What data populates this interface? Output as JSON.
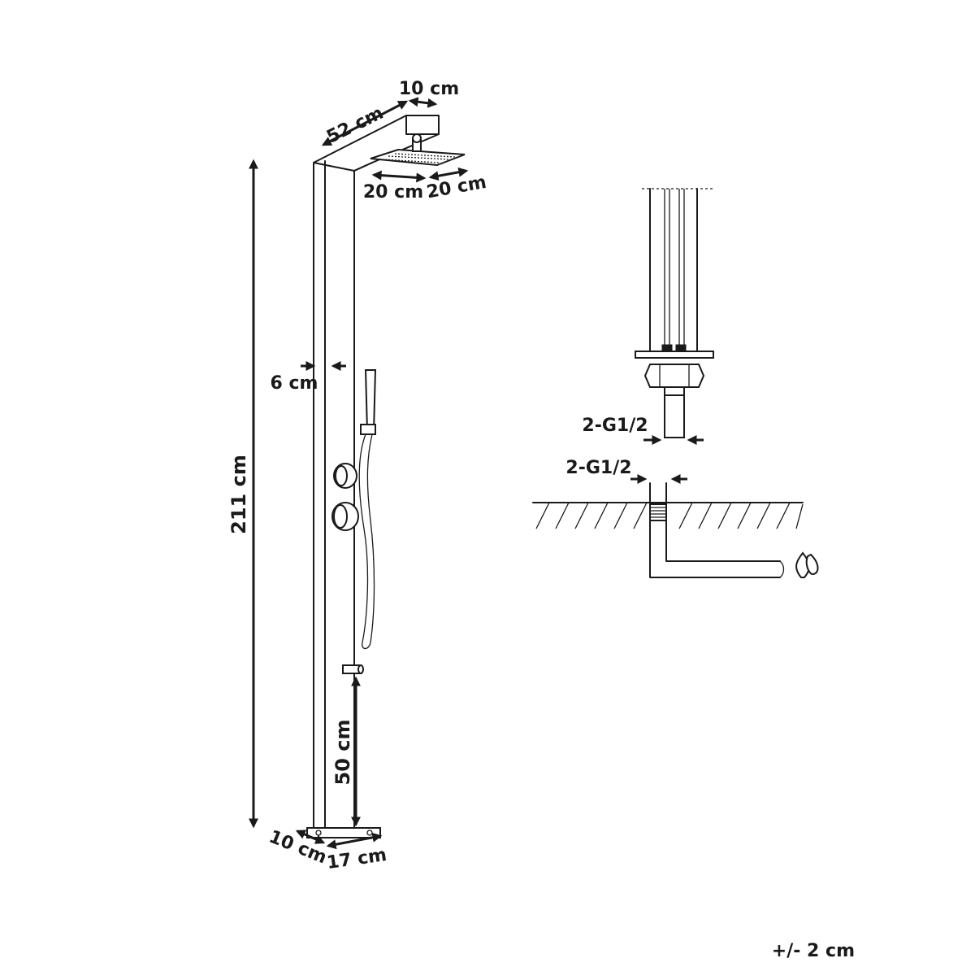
{
  "dimensions": {
    "head_depth": "52 cm",
    "head_width": "10 cm",
    "rain_left": "20 cm",
    "rain_right": "20 cm",
    "column_width": "6 cm",
    "total_height": "211 cm",
    "tap_height": "50 cm",
    "base_depth": "10 cm",
    "base_width": "17 cm"
  },
  "connections": {
    "upper_thread": "2-G1/2",
    "lower_thread": "2-G1/2"
  },
  "tolerance": "+/- 2 cm",
  "icons": {
    "water": "water-drops-icon"
  }
}
